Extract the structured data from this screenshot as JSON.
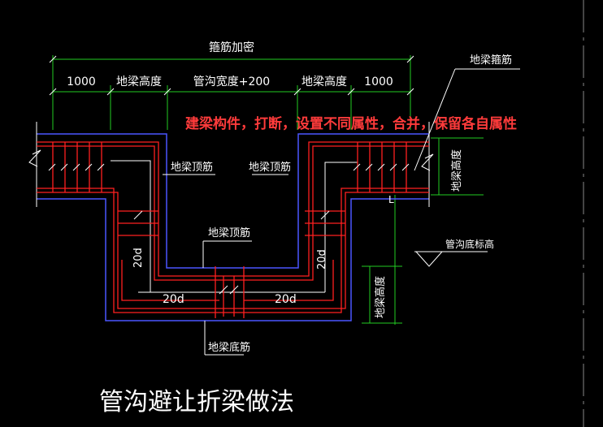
{
  "dim": {
    "top": "箍筋加密",
    "seg1": "1000",
    "seg2": "地梁高度",
    "seg3": "管沟宽度+200",
    "seg4": "地梁高度",
    "seg5": "1000"
  },
  "labels": {
    "stirrup": "地梁箍筋",
    "top_left": "地梁顶筋",
    "top_right": "地梁顶筋",
    "top_center": "地梁顶筋",
    "bottom": "地梁底筋",
    "right_height": "地梁高度",
    "right_height2": "地梁高度",
    "trench_elev": "管沟底标高",
    "anchor_left": "20d",
    "anchor_right": "20d",
    "anchor_bl": "20d",
    "anchor_br": "20d",
    "l_mark": "L"
  },
  "note": "建梁构件，打断，设置不同属性，合并，保留各自属性",
  "title": "管沟避让折梁做法",
  "colors": {
    "background": "#000000",
    "rebar": "#ff2020",
    "outline": "#ffffff",
    "concrete": "#4a55ff",
    "dimension": "#22cc22",
    "note": "#ff3b3b"
  }
}
